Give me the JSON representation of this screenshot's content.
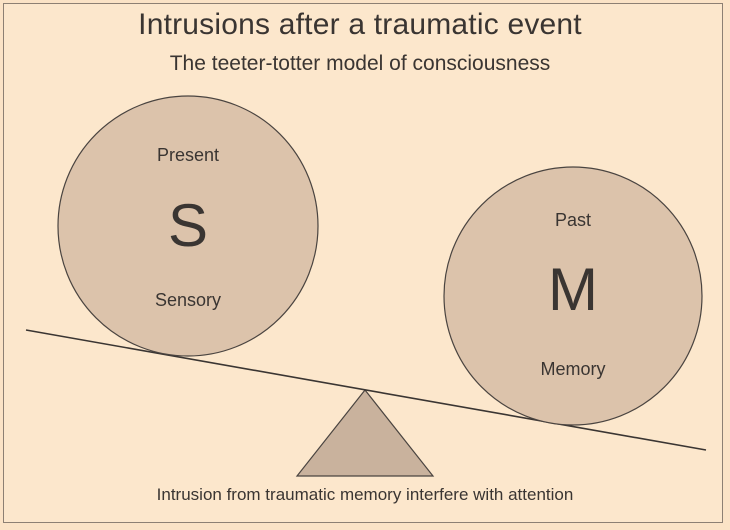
{
  "title": "Intrusions after a traumatic event",
  "subtitle": "The teeter-totter model of consciousness",
  "left_circle": {
    "top_label": "Present",
    "letter": "S",
    "bottom_label": "Sensory"
  },
  "right_circle": {
    "top_label": "Past",
    "letter": "M",
    "bottom_label": "Memory"
  },
  "caption": "Intrusion from traumatic memory interfere with attention",
  "colors": {
    "background": "#fce7cc",
    "circle_fill": "#dcc3ab",
    "fulcrum_fill": "#c9b29d",
    "stroke": "#4a4440",
    "text": "#3a3532"
  }
}
